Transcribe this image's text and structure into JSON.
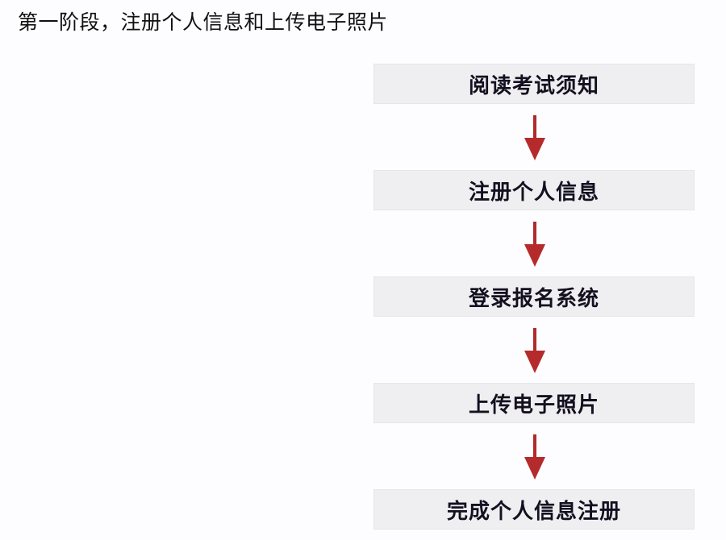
{
  "title": "第一阶段，注册个人信息和上传电子照片",
  "colors": {
    "step_bg": "#efeff1",
    "arrow": "#b52b2b",
    "text": "#141020"
  },
  "steps": [
    {
      "label": "阅读考试须知"
    },
    {
      "label": "注册个人信息"
    },
    {
      "label": "登录报名系统"
    },
    {
      "label": "上传电子照片"
    },
    {
      "label": "完成个人信息注册"
    }
  ],
  "connectors": [
    "arrow-down",
    "arrow-down",
    "arrow-down",
    "arrow-down"
  ]
}
